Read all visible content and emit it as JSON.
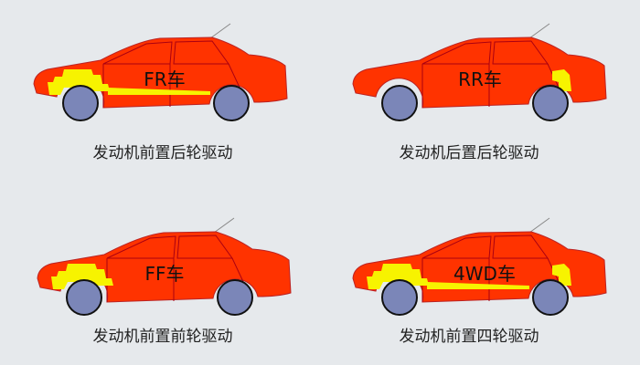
{
  "colors": {
    "body": "#ff3300",
    "drivetrain": "#f7f300",
    "wheel": "#7b86b8",
    "background": "#e6e9ec"
  },
  "cars": [
    {
      "tag": "FR车",
      "caption": "发动机前置后轮驱动",
      "layout": "FR"
    },
    {
      "tag": "RR车",
      "caption": "发动机后置后轮驱动",
      "layout": "RR"
    },
    {
      "tag": "FF车",
      "caption": "发动机前置前轮驱动",
      "layout": "FF"
    },
    {
      "tag": "4WD车",
      "caption": "发动机前置四轮驱动",
      "layout": "4WD"
    }
  ]
}
